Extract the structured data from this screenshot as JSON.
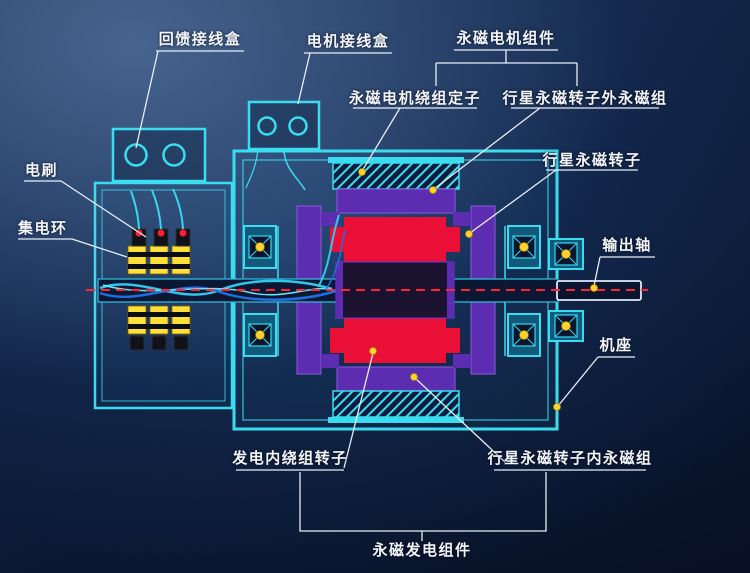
{
  "labels": {
    "feedback_junction_box": "回馈接线盒",
    "motor_junction_box": "电机接线盒",
    "pm_motor_assembly": "永磁电机组件",
    "pm_motor_winding_stator": "永磁电机绕组定子",
    "planetary_rotor_outer_magnets": "行星永磁转子外永磁组",
    "planetary_pm_rotor": "行星永磁转子",
    "brush": "电刷",
    "slip_ring": "集电环",
    "output_shaft": "输出轴",
    "frame": "机座",
    "generator_inner_winding_rotor": "发电内绕组转子",
    "planetary_rotor_inner_magnets": "行星永磁转子内永磁组",
    "pm_generator_assembly": "永磁发电组件"
  },
  "colors": {
    "housing_cyan": "#3adcf0",
    "rotor_purple": "#5c2db0",
    "magnet_red": "#ea0f36",
    "slip_ring_yellow": "#ffdf38",
    "bearing_ball_yellow": "#ffd22e",
    "centerline_red": "#ff2433",
    "leader_line": "#e8edf6",
    "label_text": "#f2f5fb",
    "background_navy": "#0e1f40"
  }
}
